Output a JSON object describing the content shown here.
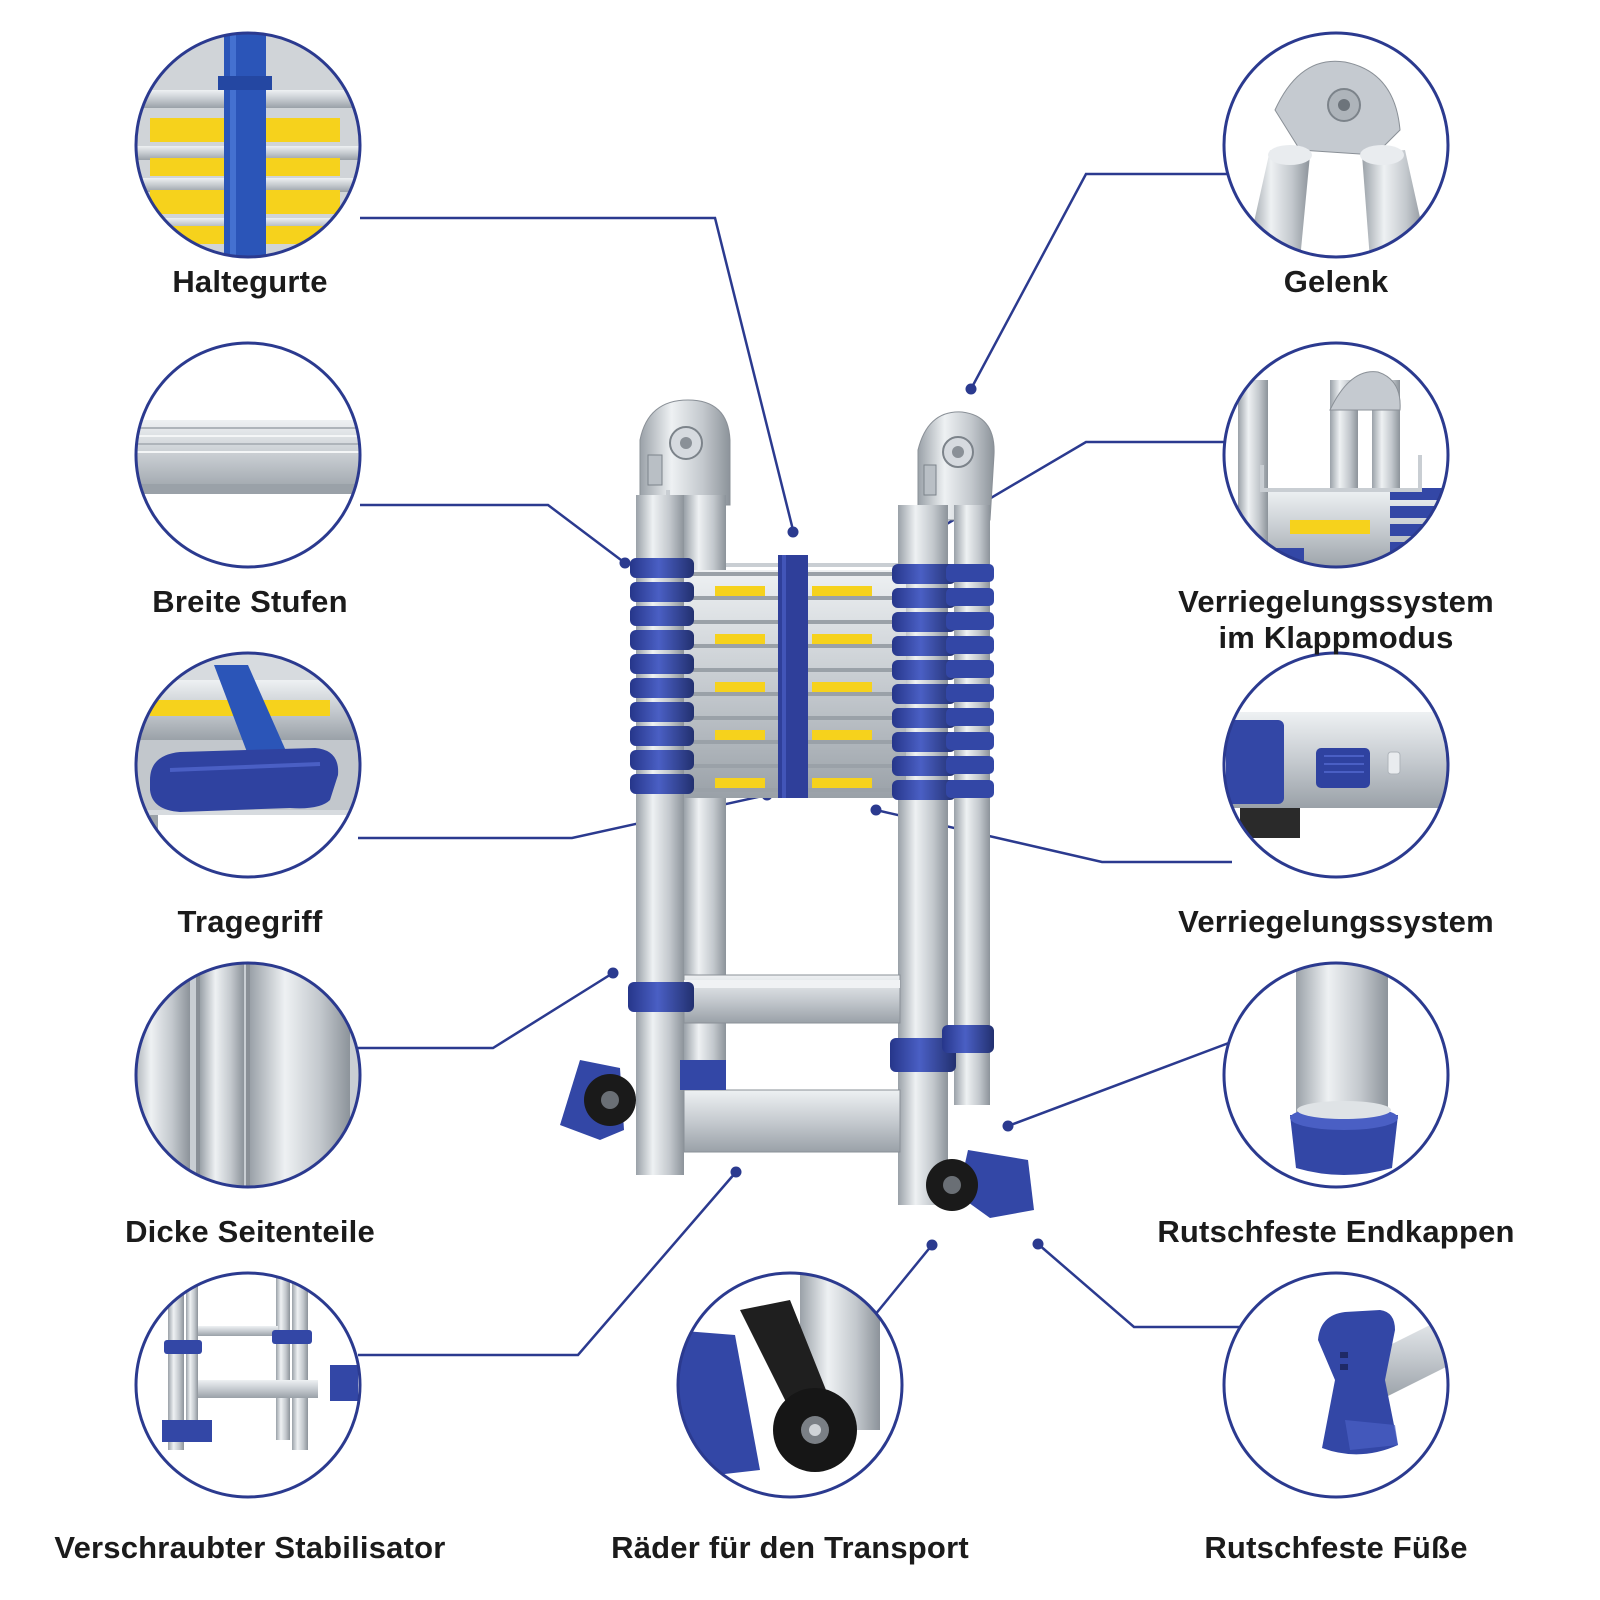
{
  "colors": {
    "accent": "#2b3a8f",
    "ladder_blue": "#3347a6",
    "aluminium": "#c9ced3",
    "label_yellow": "#f6d21c",
    "text": "#1b1b1b"
  },
  "features": [
    {
      "id": "haltegurte",
      "label": "Haltegurte"
    },
    {
      "id": "breite-stufen",
      "label": "Breite Stufen"
    },
    {
      "id": "tragegriff",
      "label": "Tragegriff"
    },
    {
      "id": "dicke-seitenteile",
      "label": "Dicke Seitenteile"
    },
    {
      "id": "verschraubter-stabilisator",
      "label": "Verschraubter Stabilisator"
    },
    {
      "id": "raeder",
      "label": "Räder für den Transport"
    },
    {
      "id": "gelenk",
      "label": "Gelenk"
    },
    {
      "id": "verriegelung-klapp",
      "label": "Verriegelungssystem",
      "label2": "im Klappmodus"
    },
    {
      "id": "verriegelung",
      "label": "Verriegelungssystem"
    },
    {
      "id": "endkappen",
      "label": "Rutschfeste Endkappen"
    },
    {
      "id": "fuesse",
      "label": "Rutschfeste Füße"
    }
  ]
}
